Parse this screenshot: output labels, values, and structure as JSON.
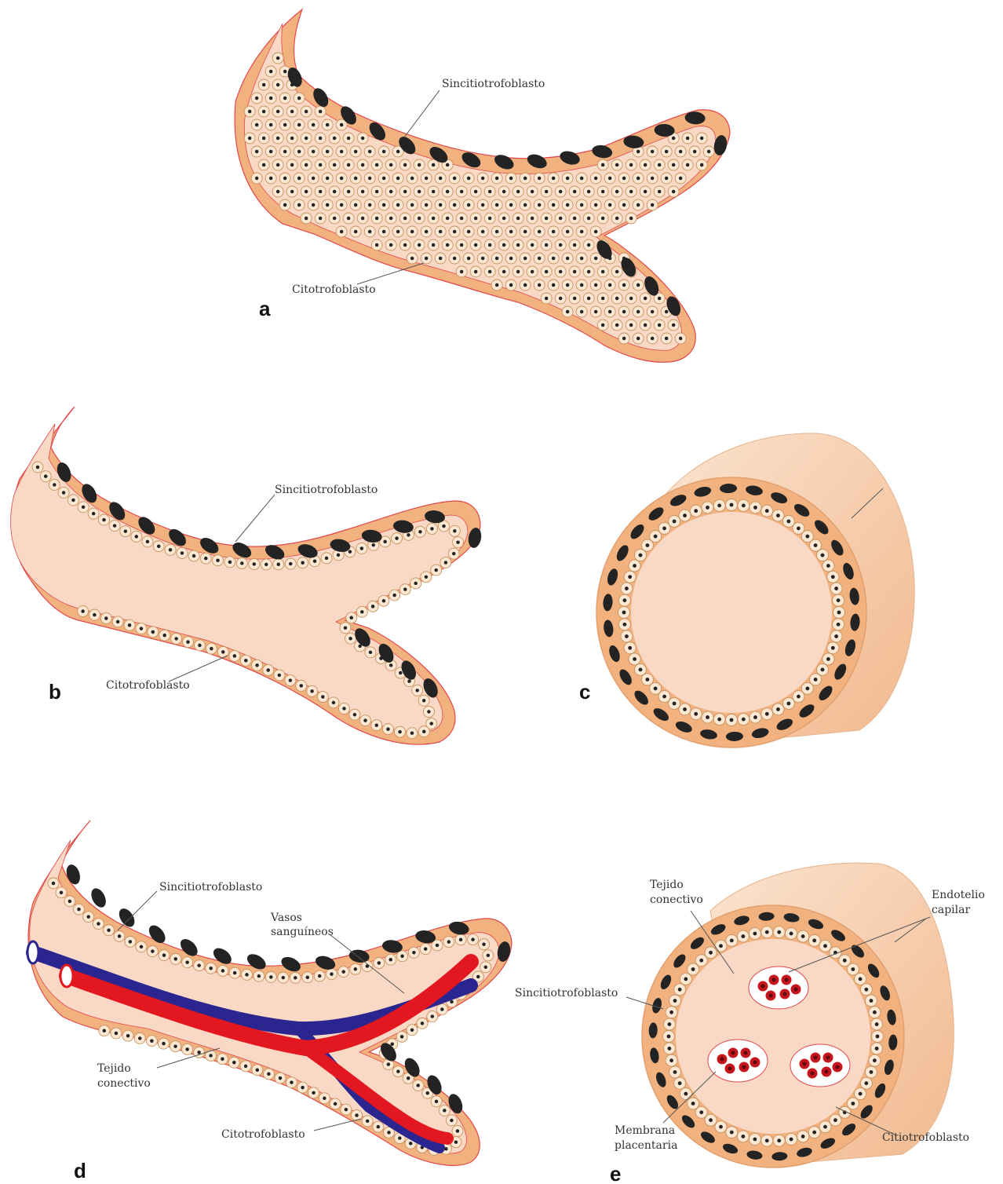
{
  "panels": {
    "a": {
      "letter": "a",
      "syncytio": "Sincitiotrofoblasto",
      "cyto": "Citotrofoblasto"
    },
    "b": {
      "letter": "b",
      "syncytio": "Sincitiotrofoblasto",
      "cyto": "Citotrofoblasto"
    },
    "c": {
      "letter": "c"
    },
    "d": {
      "letter": "d",
      "syncytio": "Sincitiotrofoblasto",
      "vessels_1": "Vasos",
      "vessels_2": "sanguíneos",
      "connective_1": "Tejido",
      "connective_2": "conectivo",
      "cyto": "Citotrofoblasto"
    },
    "e": {
      "letter": "e",
      "connective_1": "Tejido",
      "connective_2": "conectivo",
      "endothelium_1": "Endotelio",
      "endothelium_2": "capilar",
      "syncytio": "Sincitiotrofoblasto",
      "membrane_1": "Membrana",
      "membrane_2": "placentaria",
      "cyto": "Citiotrofoblasto"
    }
  },
  "colors": {
    "stroma": "#f9d9c6",
    "syncytium": "#f2b27f",
    "syncytium_dark": "#eca06a",
    "cell_fill": "#fbe7d2",
    "cell_border": "#c7925f",
    "nucleus": "#232323",
    "outline": "#e2474b",
    "artery": "#e3171f",
    "vein": "#2b2590",
    "capillary_bg": "#ffffff",
    "rbc": "#c5161d"
  }
}
